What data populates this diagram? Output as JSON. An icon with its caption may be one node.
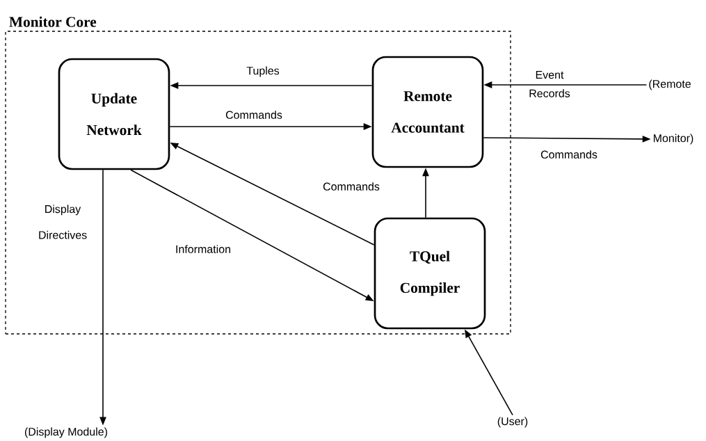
{
  "diagram": {
    "nodes": [
      {
        "text": [
          "Monitor Core"
        ]
      },
      {
        "text": [
          "Update Network"
        ],
        "in": 0
      },
      {
        "text": [
          "Remote Accountant"
        ],
        "in": 0
      },
      {
        "text": [
          "TQuel Compiler"
        ],
        "in": 0
      },
      {
        "text": [
          "(Remote"
        ]
      },
      {
        "text": [
          "Monitor)"
        ]
      },
      {
        "text": [
          "(Display Module)"
        ]
      },
      {
        "text": [
          "(User)"
        ]
      }
    ],
    "edges": [
      {
        "from": 2,
        "to": 1,
        "arrow": "to",
        "label": "Tuples"
      },
      {
        "from": 1,
        "to": 2,
        "arrow": "to",
        "label": "Commands"
      },
      {
        "from": 3,
        "to": 1,
        "arrow": "to"
      },
      {
        "from": 1,
        "to": 3,
        "arrow": "to",
        "label": "Information"
      },
      {
        "from": 3,
        "to": 2,
        "arrow": "to",
        "label": "Commands"
      },
      {
        "from": 4,
        "to": 2,
        "arrow": "to",
        "label": "Event Records"
      },
      {
        "from": 2,
        "to": 5,
        "arrow": "to",
        "label": "Commands"
      },
      {
        "from": 1,
        "to": 6,
        "arrow": "to",
        "label": "Display Directives"
      },
      {
        "from": 7,
        "to": 3,
        "arrow": "to"
      }
    ]
  }
}
